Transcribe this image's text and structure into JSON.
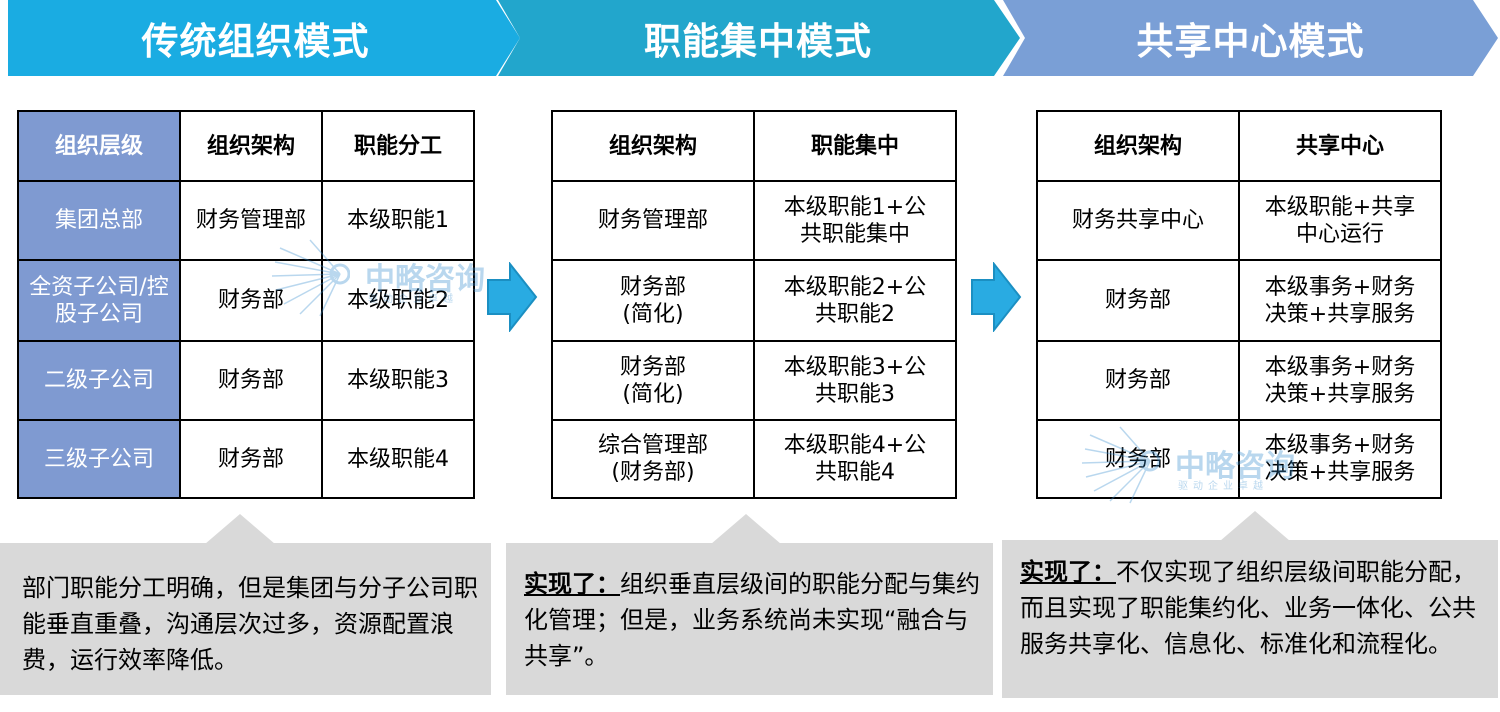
{
  "colors": {
    "banner1": "#1aace2",
    "banner2": "#22a6cc",
    "banner3": "#7a9fd6",
    "header_cell": "#7f9ad1",
    "arrow": "#29abe2",
    "callout_bg": "#d9d9d9"
  },
  "banners": [
    {
      "title": "传统组织模式"
    },
    {
      "title": "职能集中模式"
    },
    {
      "title": "共享中心模式"
    }
  ],
  "table1": {
    "headers": [
      "组织层级",
      "组织架构",
      "职能分工"
    ],
    "rows": [
      [
        "集团总部",
        "财务管理部",
        "本级职能1"
      ],
      [
        "全资子公司/控股子公司",
        "财务部",
        "本级职能2"
      ],
      [
        "二级子公司",
        "财务部",
        "本级职能3"
      ],
      [
        "三级子公司",
        "财务部",
        "本级职能4"
      ]
    ]
  },
  "table2": {
    "headers": [
      "组织架构",
      "职能集中"
    ],
    "rows": [
      [
        "财务管理部",
        "本级职能1+公共职能集中"
      ],
      [
        "财务部(简化)",
        "本级职能2+公共职能2"
      ],
      [
        "财务部(简化)",
        "本级职能3+公共职能3"
      ],
      [
        "综合管理部(财务部)",
        "本级职能4+公共职能4"
      ]
    ]
  },
  "table3": {
    "headers": [
      "组织架构",
      "共享中心"
    ],
    "rows": [
      [
        "财务共享中心",
        "本级职能+共享中心运行"
      ],
      [
        "财务部",
        "本级事务+财务决策+共享服务"
      ],
      [
        "财务部",
        "本级事务+财务决策+共享服务"
      ],
      [
        "财务部",
        "本级事务+财务决策+共享服务"
      ]
    ]
  },
  "watermark": {
    "name": "中略咨询",
    "tagline": "驱动企业卓越"
  },
  "callouts": [
    {
      "highlight": "",
      "text": "部门职能分工明确，但是集团与分子公司职能垂直重叠，沟通层次过多，资源配置浪费，运行效率降低。"
    },
    {
      "highlight": "实现了：",
      "text": "组织垂直层级间的职能分配与集约化管理；但是，业务系统尚未实现“融合与共享”。"
    },
    {
      "highlight": "实现了：",
      "text": "不仅实现了组织层级间职能分配，而且实现了职能集约化、业务一体化、公共服务共享化、信息化、标准化和流程化。"
    }
  ]
}
